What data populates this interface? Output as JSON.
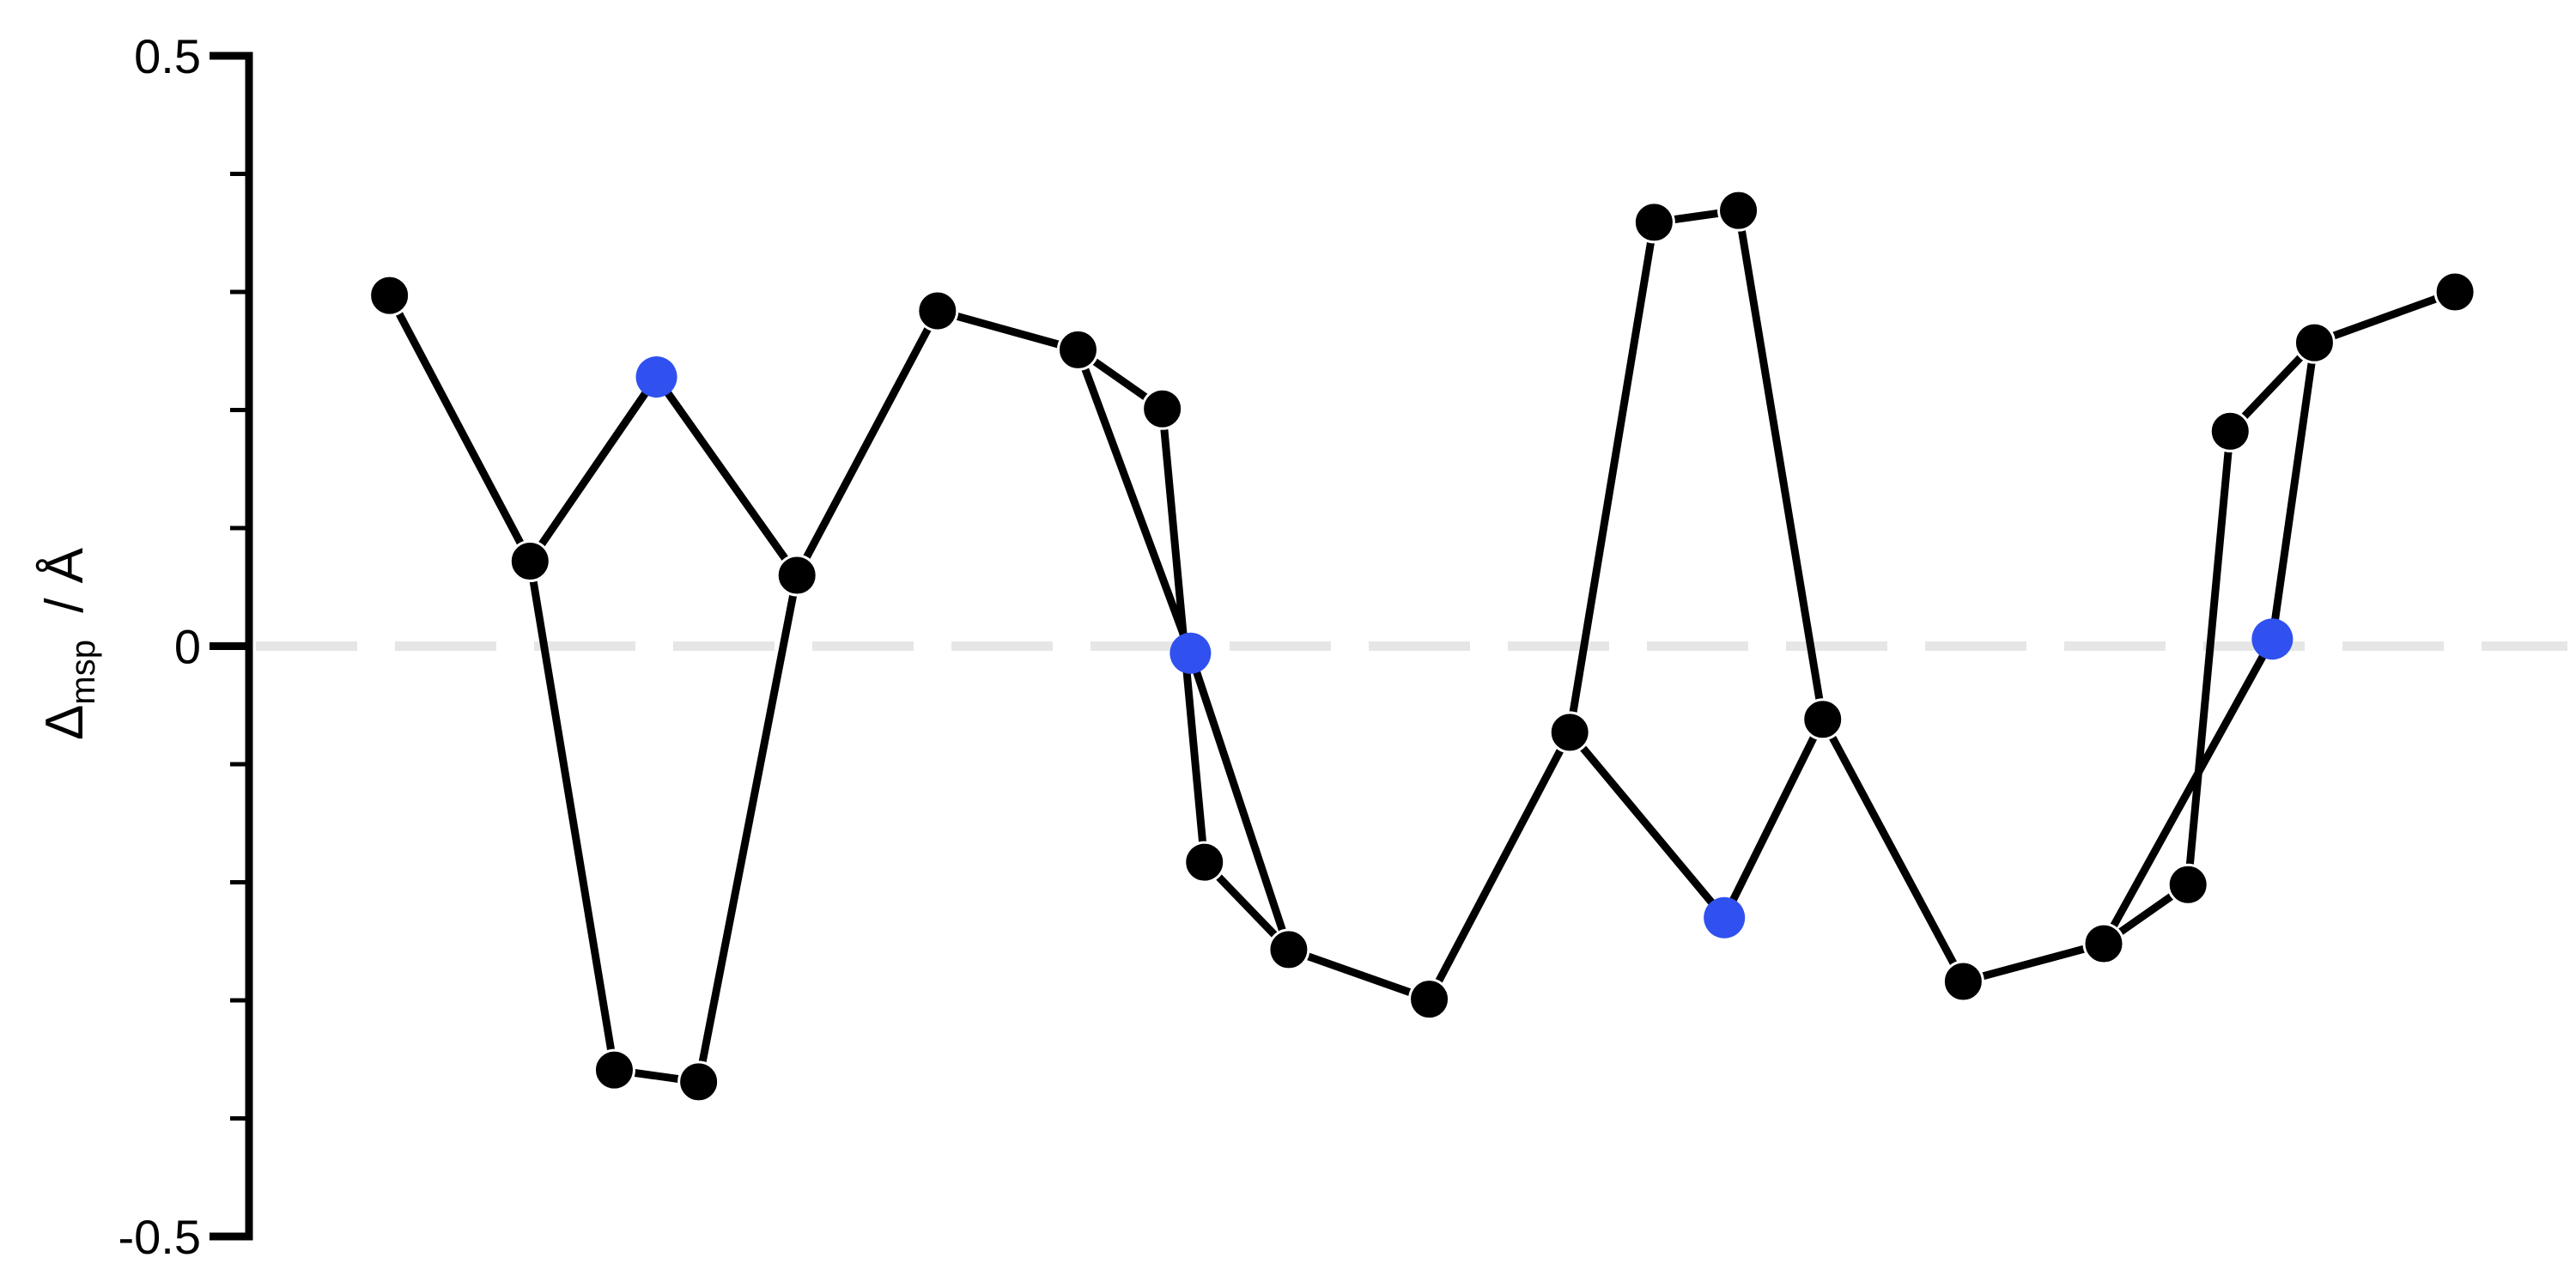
{
  "chart_data": {
    "type": "line",
    "ylabel": {
      "symbol": "Δ",
      "subscript": "msp",
      "unit": " / Å"
    },
    "ylim": [
      -0.5,
      0.5
    ],
    "yticks": [
      {
        "value": 0.5,
        "label": "0.5"
      },
      {
        "value": 0,
        "label": "0"
      },
      {
        "value": -0.5,
        "label": "-0.5"
      }
    ],
    "minor_tick_step": 0.1,
    "reference_line": {
      "y": 0,
      "style": "dashed",
      "color": "#e6e6e6"
    },
    "line_color": "#000000",
    "marker_color": "#000000",
    "highlight_color": "#3050f0",
    "points": [
      {
        "id": "p1",
        "x": 1.0,
        "y": 0.297
      },
      {
        "id": "p2",
        "x": 2.0,
        "y": 0.072
      },
      {
        "id": "p3",
        "x": 2.6,
        "y": -0.359
      },
      {
        "id": "p4",
        "x": 3.2,
        "y": -0.369
      },
      {
        "id": "p5",
        "x": 3.9,
        "y": 0.06
      },
      {
        "id": "p6",
        "x": 4.9,
        "y": 0.284
      },
      {
        "id": "p7",
        "x": 5.9,
        "y": 0.251
      },
      {
        "id": "p8",
        "x": 6.5,
        "y": 0.201
      },
      {
        "id": "p9",
        "x": 6.8,
        "y": -0.183
      },
      {
        "id": "p10",
        "x": 7.4,
        "y": -0.257
      },
      {
        "id": "p11",
        "x": 8.4,
        "y": -0.299
      },
      {
        "id": "p12",
        "x": 9.4,
        "y": -0.073
      },
      {
        "id": "p13",
        "x": 10.0,
        "y": 0.359
      },
      {
        "id": "p14",
        "x": 10.6,
        "y": 0.369
      },
      {
        "id": "p15",
        "x": 11.2,
        "y": -0.062
      },
      {
        "id": "p16",
        "x": 12.2,
        "y": -0.284
      },
      {
        "id": "p17",
        "x": 13.2,
        "y": -0.252
      },
      {
        "id": "p18",
        "x": 13.8,
        "y": -0.202
      },
      {
        "id": "p19",
        "x": 14.1,
        "y": 0.182
      },
      {
        "id": "p20",
        "x": 14.7,
        "y": 0.257
      },
      {
        "id": "p21",
        "x": 15.7,
        "y": 0.3
      },
      {
        "id": "h1",
        "x": 2.9,
        "y": 0.228,
        "highlight": true
      },
      {
        "id": "h2",
        "x": 6.7,
        "y": -0.006,
        "highlight": true
      },
      {
        "id": "h3",
        "x": 10.5,
        "y": -0.23,
        "highlight": true
      },
      {
        "id": "h4",
        "x": 14.4,
        "y": 0.006,
        "highlight": true
      }
    ],
    "edges": [
      [
        "p1",
        "p2"
      ],
      [
        "p2",
        "p3"
      ],
      [
        "p3",
        "p4"
      ],
      [
        "p4",
        "p5"
      ],
      [
        "p5",
        "p6"
      ],
      [
        "p6",
        "p7"
      ],
      [
        "p7",
        "p8"
      ],
      [
        "p8",
        "p9"
      ],
      [
        "p9",
        "p10"
      ],
      [
        "p10",
        "p11"
      ],
      [
        "p11",
        "p12"
      ],
      [
        "p12",
        "p13"
      ],
      [
        "p13",
        "p14"
      ],
      [
        "p14",
        "p15"
      ],
      [
        "p15",
        "p16"
      ],
      [
        "p16",
        "p17"
      ],
      [
        "p17",
        "p18"
      ],
      [
        "p18",
        "p19"
      ],
      [
        "p19",
        "p20"
      ],
      [
        "p20",
        "p21"
      ],
      [
        "p2",
        "h1"
      ],
      [
        "h1",
        "p5"
      ],
      [
        "p7",
        "h2"
      ],
      [
        "h2",
        "p10"
      ],
      [
        "p12",
        "h3"
      ],
      [
        "h3",
        "p15"
      ],
      [
        "p17",
        "h4"
      ],
      [
        "h4",
        "p20"
      ]
    ]
  }
}
